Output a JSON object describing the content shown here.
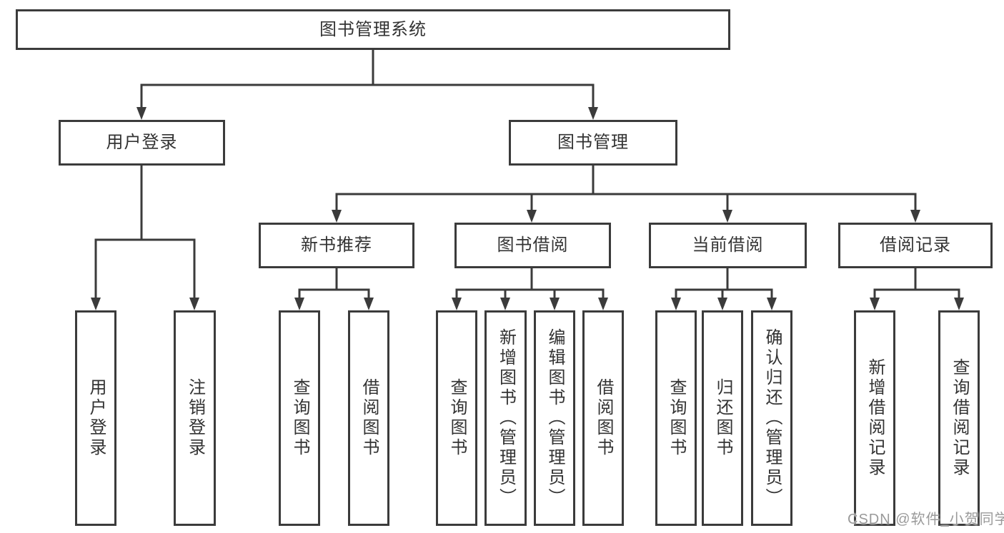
{
  "page_title": "图书管理系统",
  "tree": {
    "label": "图书管理系统",
    "children": [
      {
        "label": "用户登录",
        "children": [
          {
            "label": "用户登录"
          },
          {
            "label": "注销登录"
          }
        ]
      },
      {
        "label": "图书管理",
        "children": [
          {
            "label": "新书推荐",
            "children": [
              {
                "label": "查询图书"
              },
              {
                "label": "借阅图书"
              }
            ]
          },
          {
            "label": "图书借阅",
            "children": [
              {
                "label": "查询图书"
              },
              {
                "label": "新增图书（管理员）"
              },
              {
                "label": "编辑图书（管理员）"
              },
              {
                "label": "借阅图书"
              }
            ]
          },
          {
            "label": "当前借阅",
            "children": [
              {
                "label": "查询图书"
              },
              {
                "label": "归还图书"
              },
              {
                "label": "确认归还（管理员）"
              }
            ]
          },
          {
            "label": "借阅记录",
            "children": [
              {
                "label": "新增借阅记录"
              },
              {
                "label": "查询借阅记录"
              }
            ]
          }
        ]
      }
    ]
  },
  "watermark": "CSDN @软件_小贺同学",
  "colors": {
    "line": "#3b3b3b",
    "box_border": "#3b3b3b",
    "box_fill": "#ffffff",
    "text": "#333333",
    "watermark": "#9a9a9a"
  }
}
